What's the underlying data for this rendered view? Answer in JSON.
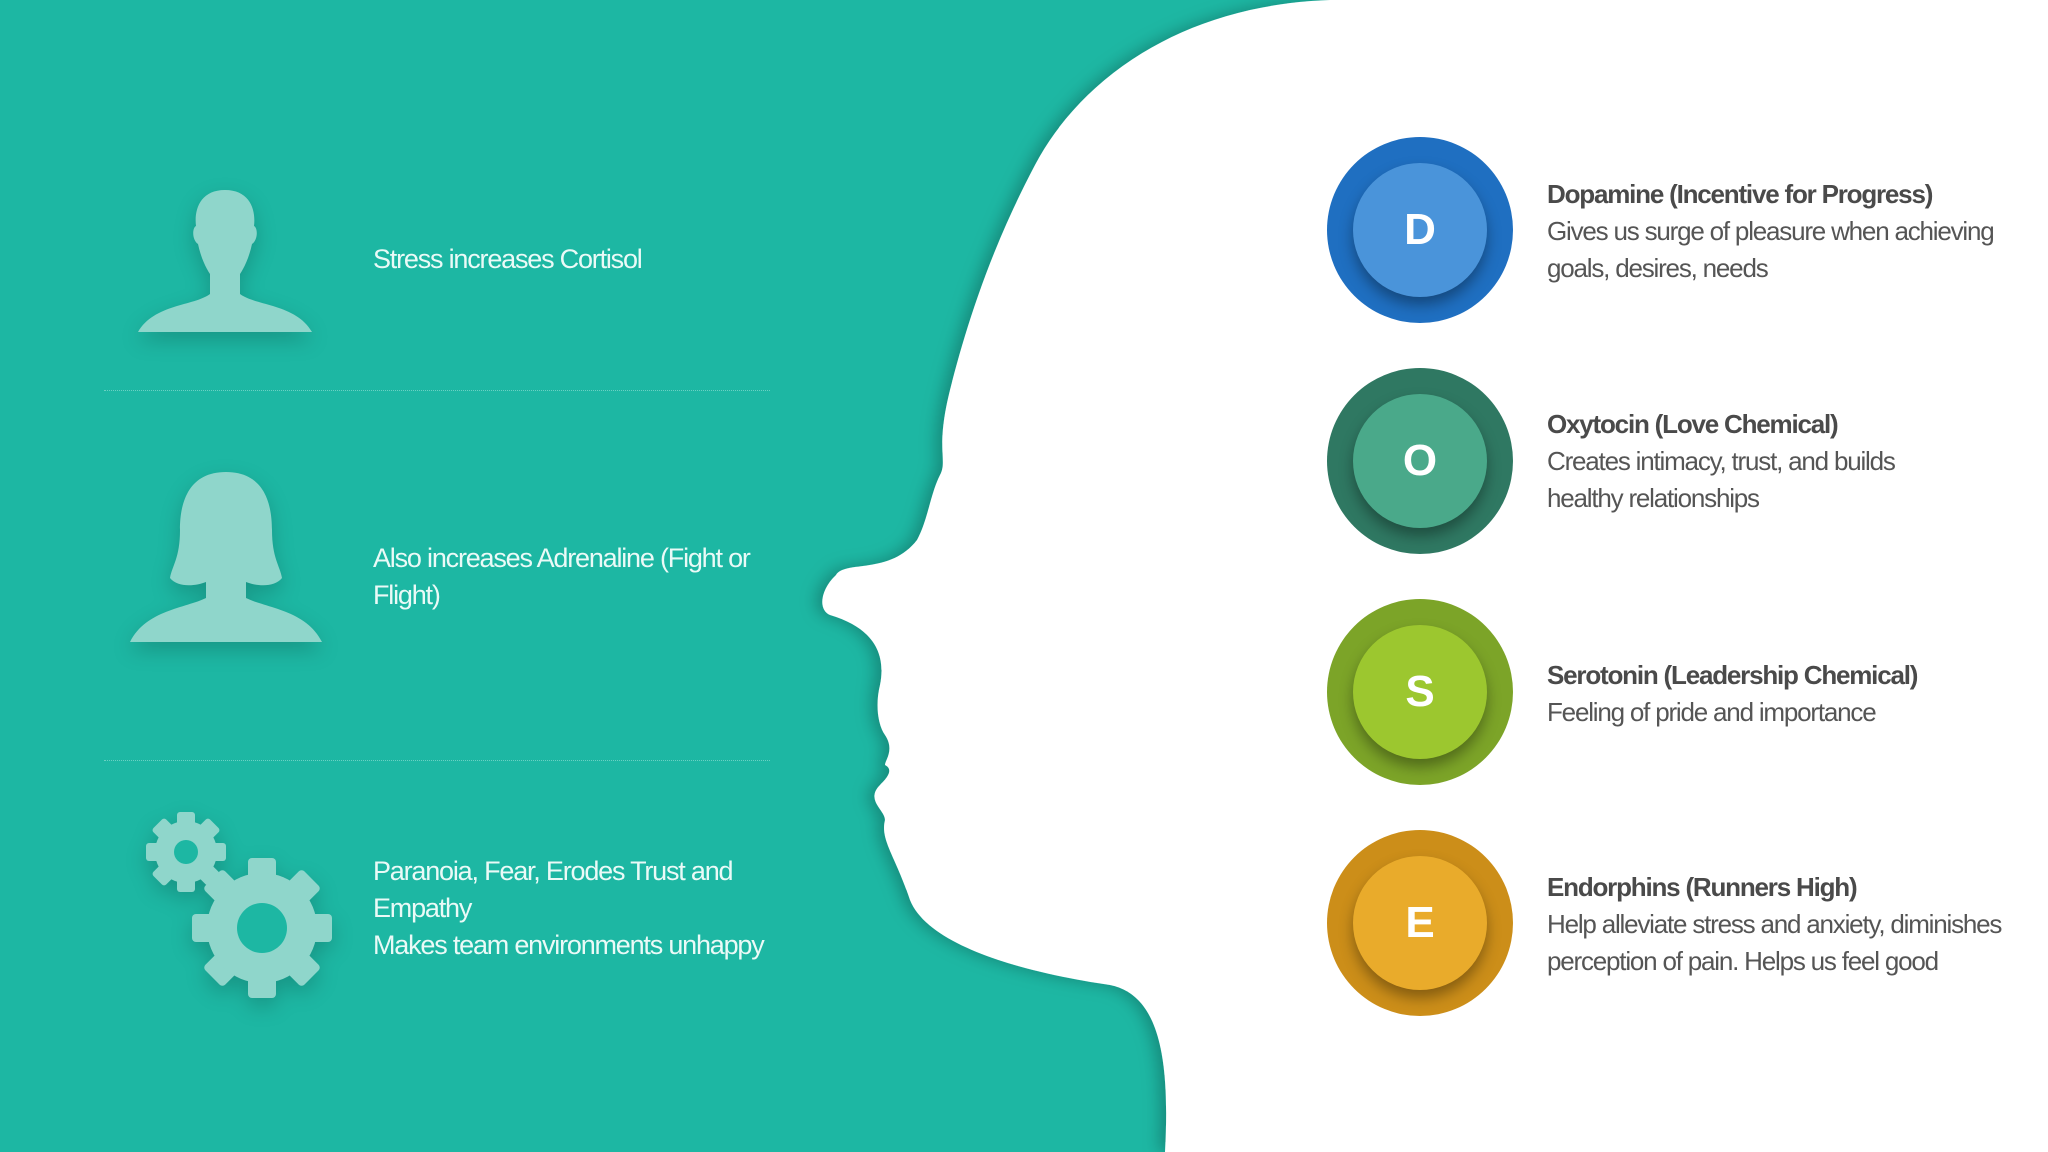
{
  "colors": {
    "teal_bg": "#1db7a3",
    "icon_tint": "#8fd6cb",
    "head_fill": "#ffffff",
    "dopamine_outer": "#1f6fc1",
    "dopamine_inner": "#4a94da",
    "oxytocin_outer": "#2f7862",
    "oxytocin_inner": "#4aa98a",
    "serotonin_outer": "#7ca428",
    "serotonin_inner": "#9cc72f",
    "endorphins_outer": "#cc8e19",
    "endorphins_inner": "#e9ab2b"
  },
  "left_items": [
    {
      "icon": "male-user-icon",
      "text": "Stress increases Cortisol"
    },
    {
      "icon": "female-user-icon",
      "text": "Also increases Adrenaline (Fight or Flight)"
    },
    {
      "icon": "gears-icon",
      "lines": [
        "Paranoia, Fear,  Erodes Trust and Empathy",
        "Makes team environments unhappy"
      ]
    }
  ],
  "right_items": [
    {
      "letter": "D",
      "title": "Dopamine (Incentive for Progress)",
      "desc": "Gives us surge of pleasure when achieving goals, desires, needs"
    },
    {
      "letter": "O",
      "title": "Oxytocin (Love Chemical)",
      "desc": "Creates intimacy,  trust, and builds healthy relationships"
    },
    {
      "letter": "S",
      "title": "Serotonin (Leadership Chemical)",
      "desc": "Feeling of pride and importance"
    },
    {
      "letter": "E",
      "title": "Endorphins (Runners High)",
      "desc": "Help alleviate stress and anxiety, diminishes perception of pain. Helps us feel good"
    }
  ]
}
